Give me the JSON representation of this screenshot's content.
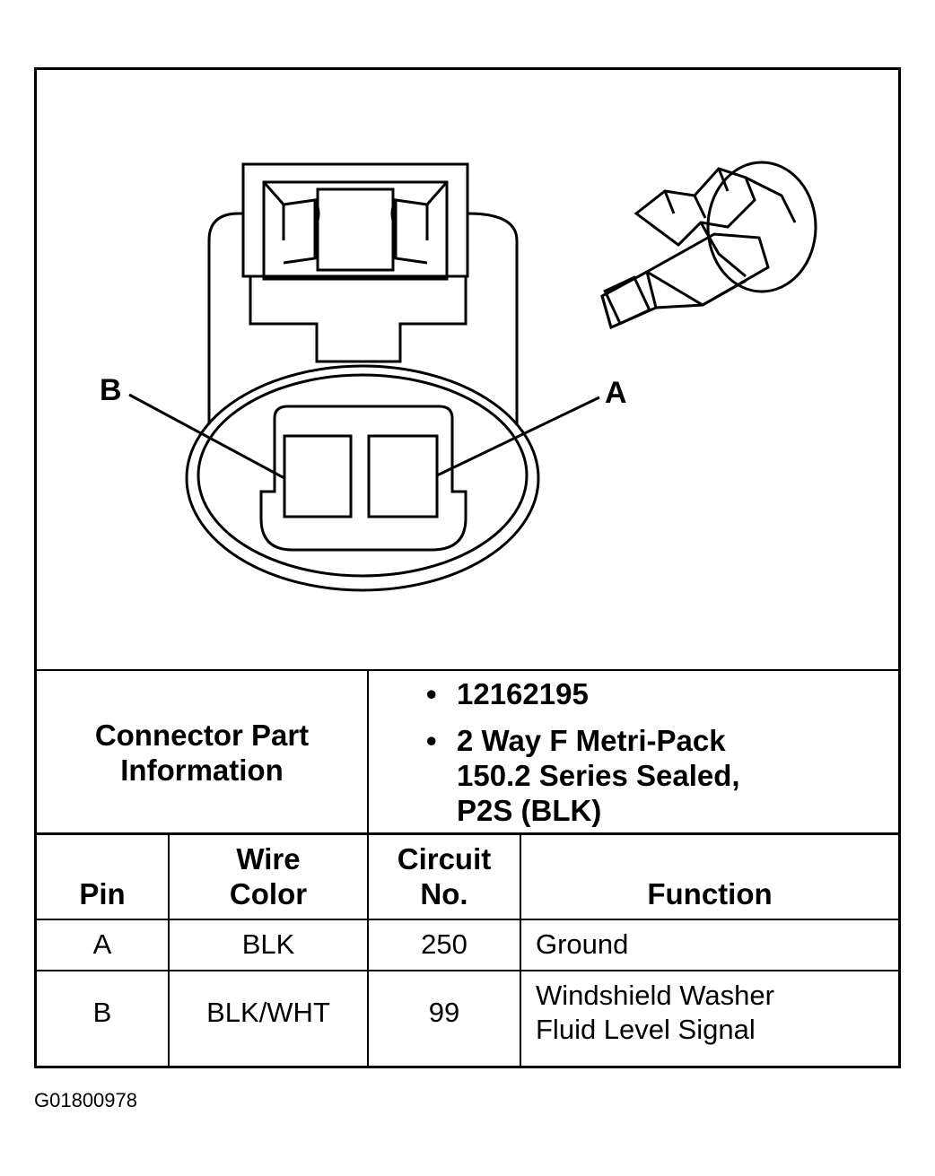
{
  "diagram": {
    "pin_labels": {
      "b": "B",
      "a": "A"
    }
  },
  "connector_info": {
    "label_line1": "Connector Part",
    "label_line2": "Information",
    "part_number": "12162195",
    "description_line1": "2 Way F Metri-Pack",
    "description_line2": "150.2 Series Sealed,",
    "description_line3": "P2S (BLK)",
    "bullet": "•"
  },
  "table": {
    "headers": {
      "pin": "Pin",
      "wire_color_line1": "Wire",
      "wire_color_line2": "Color",
      "circuit_line1": "Circuit",
      "circuit_line2": "No.",
      "function": "Function"
    },
    "rows": [
      {
        "pin": "A",
        "wire_color": "BLK",
        "circuit": "250",
        "function_line1": "Ground",
        "function_line2": ""
      },
      {
        "pin": "B",
        "wire_color": "BLK/WHT",
        "circuit": "99",
        "function_line1": "Windshield Washer",
        "function_line2": "Fluid Level Signal"
      }
    ]
  },
  "figure_id": "G01800978"
}
